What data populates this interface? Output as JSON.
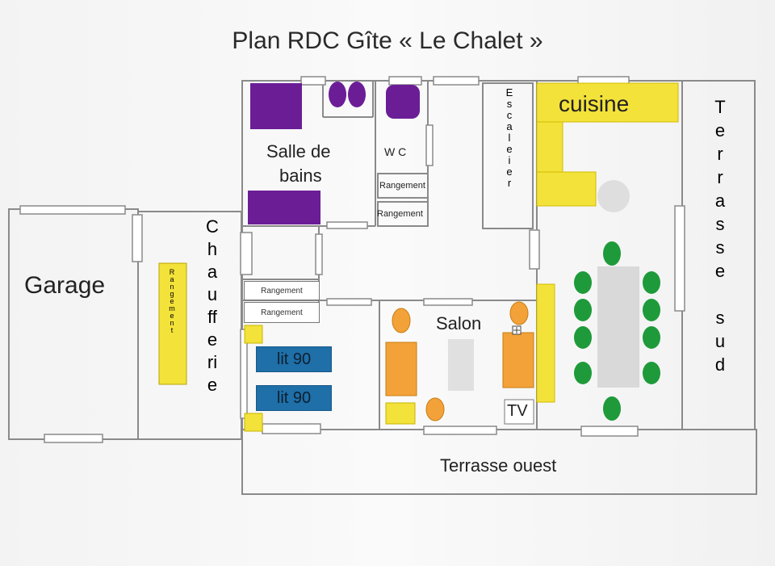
{
  "title": "Plan RDC Gîte « Le Chalet »",
  "rooms": {
    "garage": "Garage",
    "rangement_vertical": [
      "R",
      "a",
      "n",
      "g",
      "e",
      "m",
      "e",
      "n",
      "t"
    ],
    "chaufferie": [
      "C",
      "h",
      "a",
      "u",
      "ff",
      "e",
      "ri",
      "e"
    ],
    "salle_de_bains_line1": "Salle de",
    "salle_de_bains_line2": "bains",
    "wc": "W C",
    "rangement_wc_1": "Rangement",
    "rangement_wc_2": "Rangement",
    "rangement_hall_1": "Rangement",
    "rangement_hall_2": "Rangement",
    "escalier": [
      "E",
      "s",
      "c",
      "a",
      "l",
      "e",
      "i",
      "e",
      "r"
    ],
    "cuisine": "cuisine",
    "terrasse_sud": [
      "T",
      "e",
      "r",
      "r",
      "a",
      "s",
      "s",
      "e",
      "",
      "s",
      "u",
      "d"
    ],
    "salon": "Salon",
    "tv": "TV",
    "bed1": "lit 90",
    "bed2": "lit 90",
    "terrasse_ouest": "Terrasse ouest"
  },
  "colors": {
    "wall": "#8a8a8a",
    "purple": "#6b1d96",
    "yellow": "#f3e23a",
    "orange": "#f3a23a",
    "green": "#1e9a3a",
    "blue": "#1f6fa8",
    "grey": "#d8d8d8"
  }
}
